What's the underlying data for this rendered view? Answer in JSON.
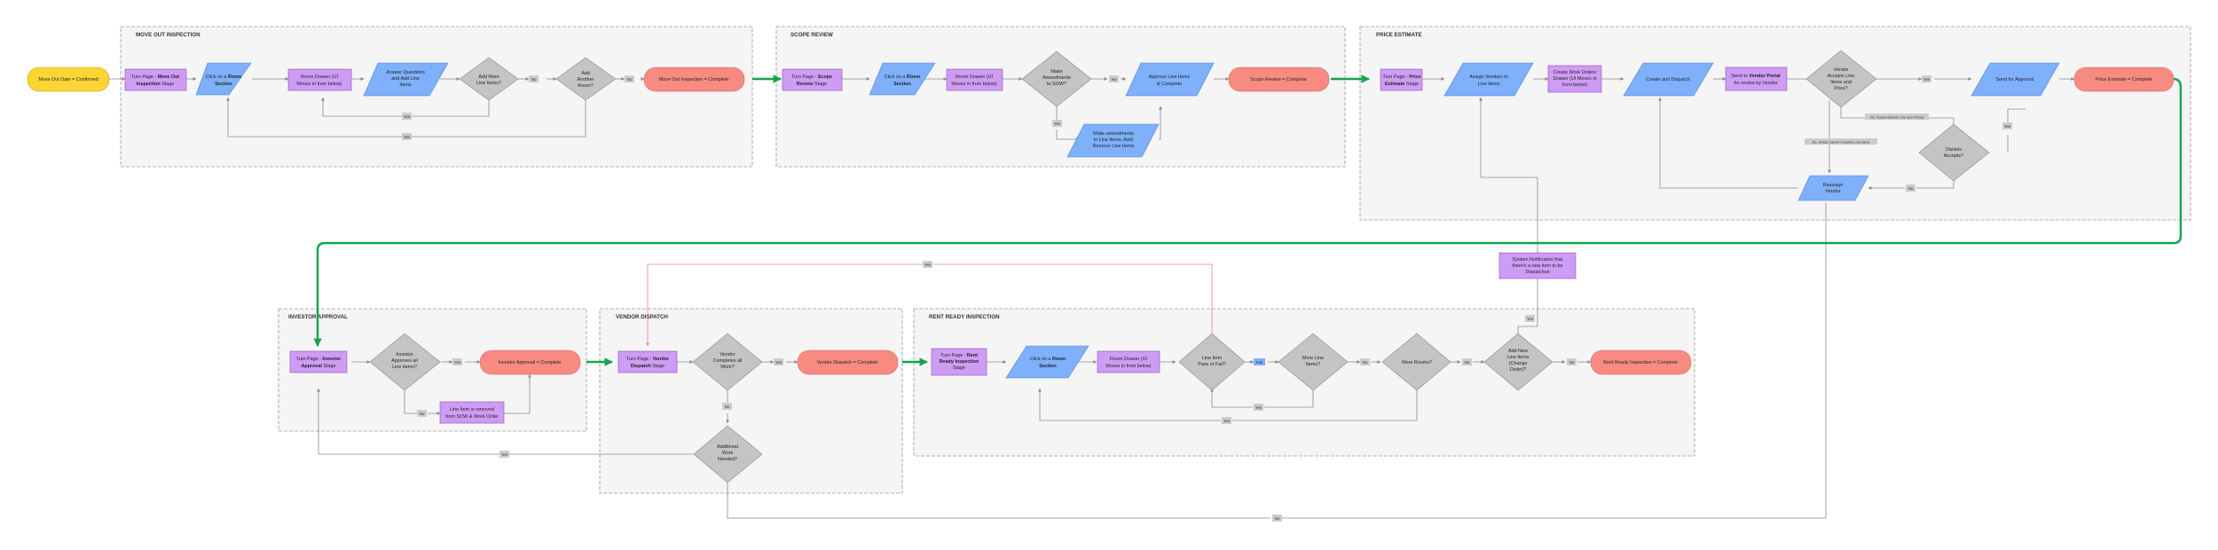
{
  "sections": {
    "move_out": "MOVE OUT INSPECTION",
    "scope_review": "SCOPE REVIEW",
    "price_estimate": "PRICE ESTIMATE",
    "investor_approval": "INVESTOR APPROVAL",
    "vendor_dispatch": "VENDOR DISPATCH",
    "rent_ready": "RENT READY INSPECTION"
  },
  "nodes": {
    "start": "Move Out Date = Confirmed",
    "mo_turn_a": "Turn Page - ",
    "mo_turn_b": "Move Out",
    "mo_turn_c": "Inspection",
    "mo_turn_d": " Stage",
    "mo_click_a": "Click on a ",
    "mo_click_b": "Room",
    "mo_click_c": "Section",
    "mo_drawer_1": "Room Drawer (UI",
    "mo_drawer_2": "Moves in from below)",
    "mo_answer_1": "Answer Questions",
    "mo_answer_2": "and Add Line",
    "mo_answer_3": "Items",
    "mo_addmore_1": "Add More",
    "mo_addmore_2": "Line Items?",
    "mo_addroom_1": "Add",
    "mo_addroom_2": "Another",
    "mo_addroom_3": "Room?",
    "mo_complete": "Move Out Inspection = Complete",
    "sr_turn_a": "Turn Page - ",
    "sr_turn_b": "Scope",
    "sr_turn_c": "Review",
    "sr_turn_d": " Stage",
    "sr_click_a": "Click on a ",
    "sr_click_b": "Room",
    "sr_click_c": "Section",
    "sr_drawer_1": "Room Drawer (UI",
    "sr_drawer_2": "Moves in from below)",
    "sr_amend_1": "Make",
    "sr_amend_2": "Amendments",
    "sr_amend_3": "to SOW?",
    "sr_approve_1": "Approve Line Items",
    "sr_approve_2": "& Complete",
    "sr_make_1": "Make amendments",
    "sr_make_2": "to Line Items, Add/",
    "sr_make_3": "Remove Line Items",
    "sr_complete": "Scope Review = Complete",
    "pe_turn_a": "Turn Page - ",
    "pe_turn_b": "Price",
    "pe_turn_c": "Estimate",
    "pe_turn_d": " Stage",
    "pe_assign_1": "Assign Vendors to",
    "pe_assign_2": "Line Items",
    "pe_create_1": "Create Work Orders",
    "pe_create_2": "Drawer (UI Moves in",
    "pe_create_3": "from below)",
    "pe_dispatch": "Create and Dispatch",
    "pe_send_1": "Send to ",
    "pe_send_2": "Vendor Portal",
    "pe_send_3": "for review by Vendor",
    "pe_vaccept_1": "Vendor",
    "pe_vaccept_2": "Accepts Line",
    "pe_vaccept_3": "Items and",
    "pe_vaccept_4": "Price?",
    "pe_sendappr": "Send for Approval",
    "pe_complete": "Price Estimate = Complete",
    "pe_dacc_1": "Daniels",
    "pe_dacc_2": "Accepts?",
    "pe_reassign_1": "Reassign",
    "pe_reassign_2": "Vendor",
    "pe_notify_1": "System Notification that",
    "pe_notify_2": "there's a new item to be",
    "pe_notify_3": "Dispatched",
    "ia_turn_a": "Turn Page - ",
    "ia_turn_b": "Investor",
    "ia_turn_c": "Approval",
    "ia_turn_d": " Stage",
    "ia_q_1": "Investor",
    "ia_q_2": "Approves all",
    "ia_q_3": "Line Items?",
    "ia_complete": "Investor Approval = Complete",
    "ia_removed_1": "Line Item is removed",
    "ia_removed_2": "from SOW & Work Order",
    "vd_turn_a": "Turn Page - ",
    "vd_turn_b": "Vendor",
    "vd_turn_c": "Dispatch",
    "vd_turn_d": " Stage",
    "vd_q_1": "Vendor",
    "vd_q_2": "Completes all",
    "vd_q_3": "Work?",
    "vd_complete": "Vendor Dispatch = Complete",
    "vd_add_1": "Additional",
    "vd_add_2": "Work",
    "vd_add_3": "Needed?",
    "rr_turn_a": "Turn Page - ",
    "rr_turn_b": "Rent",
    "rr_turn_c": "Ready Inspection",
    "rr_turn_d": "Stage",
    "rr_click_a": "Click on a ",
    "rr_click_b": "Room",
    "rr_click_c": "Section",
    "rr_drawer_1": "Room Drawer (UI",
    "rr_drawer_2": "Moves in from below)",
    "rr_pass_1": "Line Item",
    "rr_pass_2": "Pass or Fail?",
    "rr_more_1": "More Line",
    "rr_more_2": "Items?",
    "rr_rooms": "More Rooms?",
    "rr_new_1": "Add New",
    "rr_new_2": "Line Items",
    "rr_new_3": "(Change",
    "rr_new_4": "Order)?",
    "rr_complete": "Rent Ready Inspection = Complete"
  },
  "tags": {
    "yes": "Yes",
    "no": "No",
    "fail": "Fail",
    "no_vendor_amends": "No, Vendor Amends Line Item Pricing",
    "no_vendor_cannot": "No, Vendor Cannot Complete Line Items"
  },
  "colors": {
    "section_border": "#9a9a9a",
    "section_fill": "#f5f5f5",
    "purple": "#cf9cf5",
    "purple_border": "#8a4fc4",
    "blue": "#7fb0fb",
    "blue_border": "#4c84d6",
    "gray": "#c4c4c4",
    "gray_border": "#8a8a8a",
    "salmon": "#f78b82",
    "yellow": "#fbd535",
    "green": "#14a44d",
    "line": "#8a8a8a",
    "red_line": "#e8857a"
  }
}
